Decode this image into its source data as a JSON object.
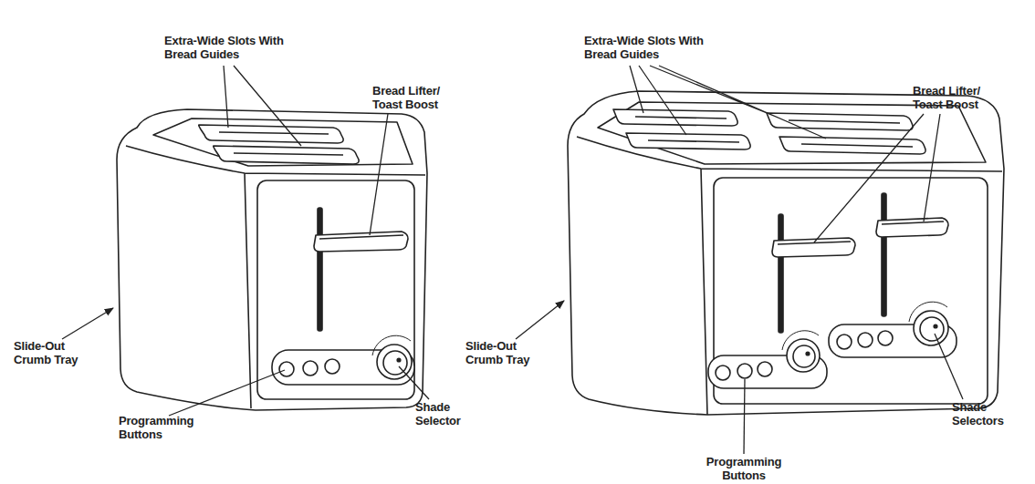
{
  "diagram": {
    "labels": [
      "Extra-Wide Slots With Bread Guides",
      "Bread Lifter/ Toast Boost",
      "Slide-Out Crumb Tray",
      "Programming Buttons",
      "Shade Selector",
      "Extra-Wide Slots With Bread Guides",
      "Bread Lifter/ Toast Boost",
      "Slide-Out Crumb Tray",
      "Programming Buttons",
      "Shade Selectors"
    ]
  }
}
